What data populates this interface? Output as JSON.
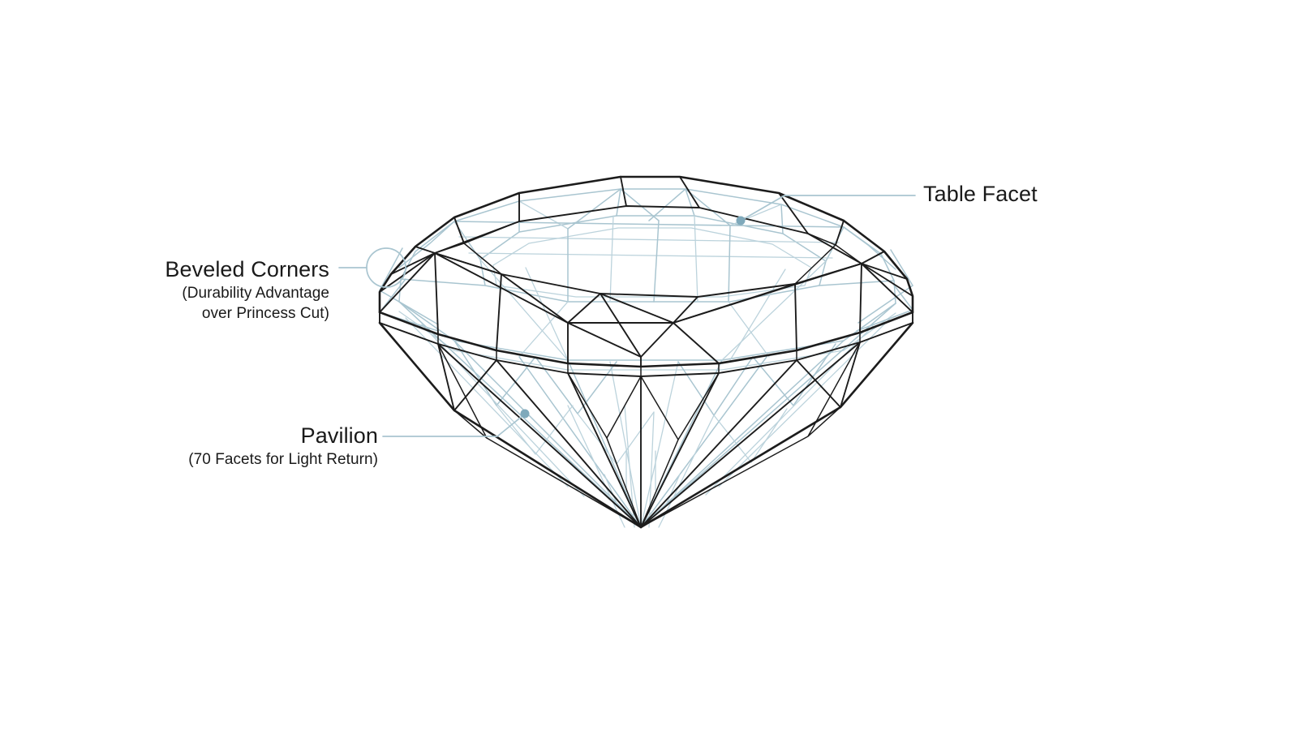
{
  "diagram": {
    "subject": "cushion-cut-diamond-anatomy",
    "background_color": "#ffffff",
    "front_edge_color": "#1c1c1c",
    "back_edge_color": "#a9c5d0",
    "accent_color": "#7fa9bb",
    "text_color": "#1a1a1a"
  },
  "annotations": [
    {
      "id": "table-facet",
      "title": "Table Facet",
      "subtitle": "",
      "align": "left",
      "marker": "dot"
    },
    {
      "id": "beveled-corners",
      "title": "Beveled Corners",
      "subtitle_line1": "(Durability Advantage",
      "subtitle_line2": "over Princess Cut)",
      "align": "right",
      "marker": "circle"
    },
    {
      "id": "pavilion",
      "title": "Pavilion",
      "subtitle": "(70 Facets for Light Return)",
      "align": "right",
      "marker": "dot"
    }
  ],
  "labels": {
    "table_facet": "Table Facet",
    "beveled_corners": "Beveled Corners",
    "beveled_corners_sub_1": "(Durability Advantage",
    "beveled_corners_sub_2": "over Princess Cut)",
    "pavilion": "Pavilion",
    "pavilion_sub": "(70 Facets for Light Return)"
  }
}
